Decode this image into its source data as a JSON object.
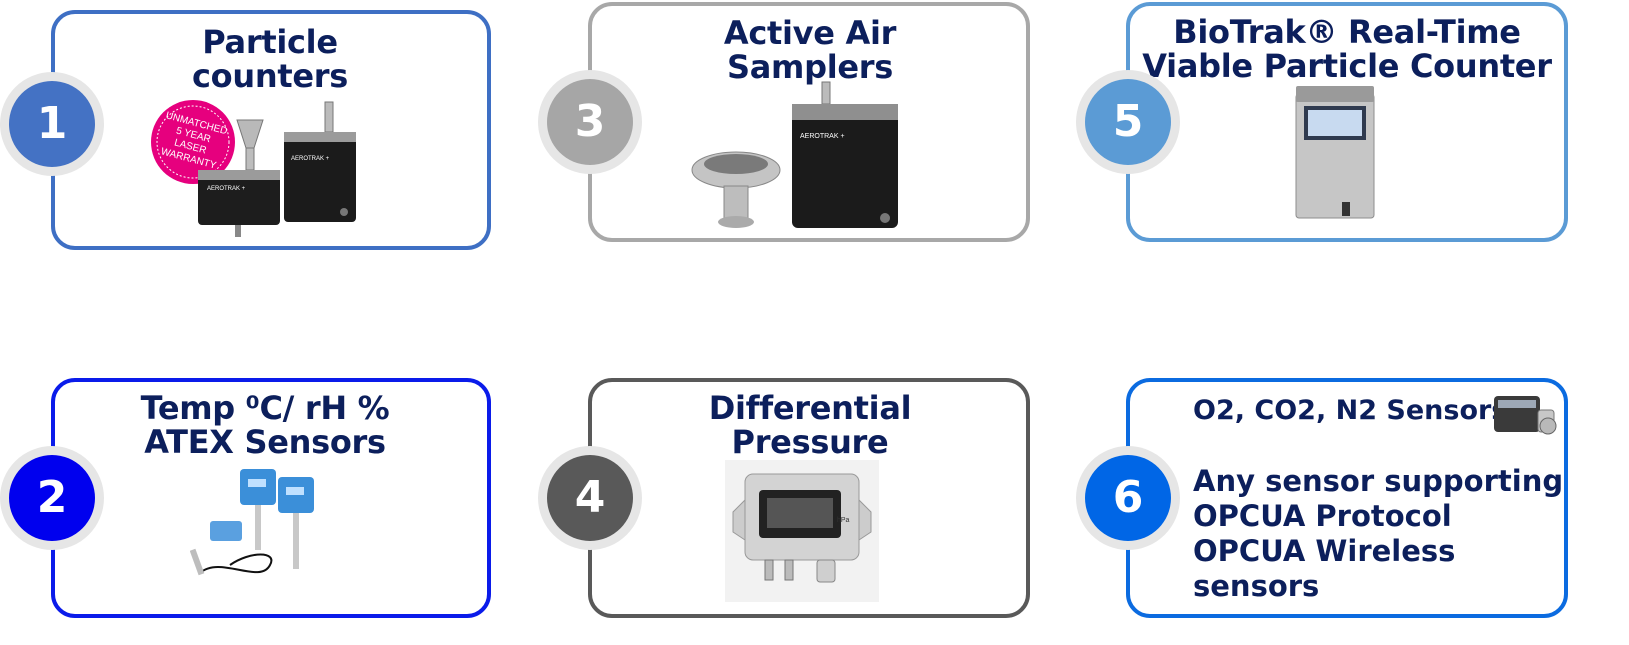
{
  "cards": [
    {
      "number": "1",
      "title_lines": [
        "Particle",
        "counters"
      ],
      "color": "#3e6fc4",
      "badge_color": "#4472c4",
      "stamp_lines": [
        "UNMATCHED",
        "5 YEAR",
        "LASER",
        "WARRANTY"
      ],
      "stamp_color": "#e6007e",
      "device_label": "AEROTRAK +"
    },
    {
      "number": "2",
      "title_lines": [
        "Temp ⁰C/ rH %",
        "ATEX Sensors"
      ],
      "color": "#0a1bea",
      "badge_color": "#0000ee"
    },
    {
      "number": "3",
      "title_lines": [
        "Active Air",
        "Samplers"
      ],
      "color": "#a8a8a8",
      "badge_color": "#a6a6a6",
      "device_label": "AEROTRAK +"
    },
    {
      "number": "4",
      "title_lines": [
        "Differential",
        "Pressure"
      ],
      "color": "#595959",
      "badge_color": "#595959",
      "display_unit": "hPa"
    },
    {
      "number": "5",
      "title_lines": [
        "BioTrak® Real-Time",
        "Viable Particle Counter"
      ],
      "color": "#5b9bd5",
      "badge_color": "#5b9bd5"
    },
    {
      "number": "6",
      "title_lines": [
        "O2, CO2, N2 Sensors"
      ],
      "color": "#0b6be0",
      "badge_color": "#0066e6",
      "body_lines": [
        "Any sensor supporting",
        "OPCUA Protocol",
        "OPCUA Wireless",
        "sensors"
      ]
    }
  ]
}
